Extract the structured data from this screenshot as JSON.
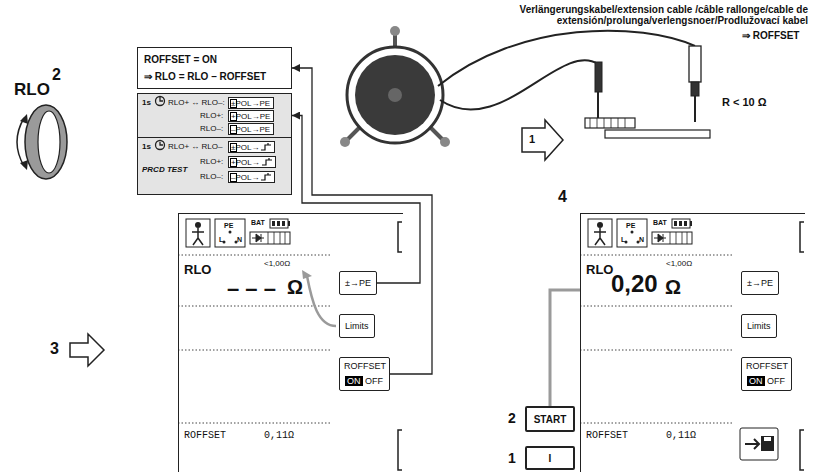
{
  "diagram": {
    "nodes": [
      {
        "text": [
          "ROFFSET = ON",
          "⇒ RLO = RLO – ROFFSET"
        ]
      },
      {
        "text": [
          "1s",
          "RLO+ ↔ RLO–:",
          "RLO+:",
          "RLO–:"
        ]
      },
      {
        "text": [
          "±POL→PE"
        ],
        "in": 1
      },
      {
        "text": [
          "+POL→PE"
        ],
        "in": 1
      },
      {
        "text": [
          "–POL→PE"
        ],
        "in": 1
      },
      {
        "text": [
          "1s",
          "RLO+ ↔ RLO–",
          "PRCD TEST",
          "RLO+:",
          "RLO–:"
        ]
      },
      {
        "text": [
          "±POL→"
        ],
        "in": 5
      },
      {
        "text": [
          "+POL→"
        ],
        "in": 5
      },
      {
        "text": [
          "–POL→"
        ],
        "in": 5
      },
      {
        "text": [
          "PE",
          "L",
          "N",
          "BAT",
          "RLO",
          "<1,00Ω",
          "– – –",
          "Ω",
          "ROFFSET",
          "0,11Ω"
        ]
      },
      {
        "text": [
          "±→PE"
        ],
        "in": 9
      },
      {
        "text": [
          "Limits"
        ],
        "in": 9
      },
      {
        "text": [
          "ROFFSET",
          "ON",
          "OFF"
        ],
        "in": 9
      },
      {
        "text": [
          "START"
        ]
      },
      {
        "text": [
          "I"
        ]
      },
      {
        "text": [
          "PE",
          "L",
          "N",
          "BAT",
          "RLO",
          "<1,00Ω",
          "0,20",
          "Ω",
          "ROFFSET",
          "0,11Ω"
        ]
      },
      {
        "text": [
          "±→PE"
        ],
        "in": 15
      },
      {
        "text": [
          "Limits"
        ],
        "in": 15
      },
      {
        "text": [
          "ROFFSET",
          "ON",
          "OFF"
        ],
        "in": 15
      }
    ],
    "edges": [
      {
        "from": 10,
        "to": 1,
        "arrow": "to"
      },
      {
        "from": 12,
        "to": 0,
        "arrow": "to"
      },
      {
        "from": 13,
        "to": 15,
        "arrow": "none"
      }
    ],
    "labels": [
      "Verlängerungskabel/extension cable /câble rallonge/cable de extensión/prolunga/verlengsnoer/Prodlužovací kabel",
      "⇒ ROFFSET",
      "R < 10 Ω",
      "1",
      "RLO",
      "2",
      "3",
      "4",
      "2",
      "1"
    ]
  }
}
